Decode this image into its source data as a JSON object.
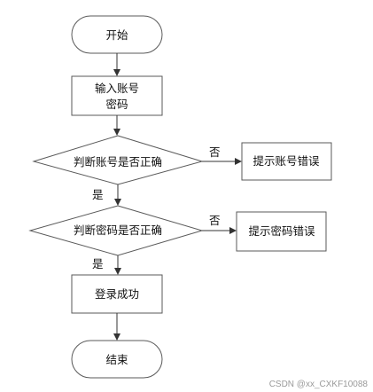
{
  "diagram": {
    "start_label": "开始",
    "input_label_line1": "输入账号",
    "input_label_line2": "密码",
    "decision1_label": "判断账号是否正确",
    "decision1_no_label": "否",
    "decision1_yes_label": "是",
    "error1_label": "提示账号错误",
    "decision2_label": "判断密码是否正确",
    "decision2_no_label": "否",
    "decision2_yes_label": "是",
    "error2_label": "提示密码错误",
    "login_label": "登录成功",
    "end_label": "结束"
  },
  "watermark": "CSDN @xx_CXKF10088",
  "colors": {
    "node_fill": "#ffffff",
    "node_stroke": "#5a5a5a",
    "arrow": "#333333",
    "text": "#111111"
  }
}
